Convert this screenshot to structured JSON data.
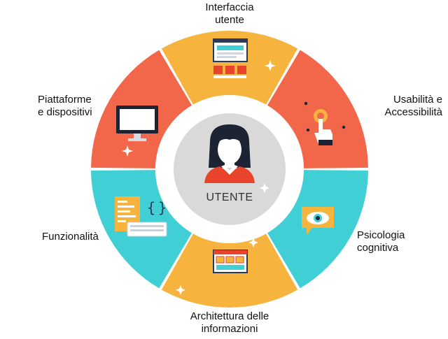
{
  "center": {
    "label": "UTENTE"
  },
  "segments": [
    {
      "key": "interfaccia",
      "lines": [
        "Interfaccia",
        "utente"
      ],
      "color": "#F6B33D",
      "icon": "web-layout-icon"
    },
    {
      "key": "usabilita",
      "lines": [
        "Usabilità e",
        "Accessibilità"
      ],
      "color": "#F2664A",
      "icon": "hand-click-icon"
    },
    {
      "key": "psicologia",
      "lines": [
        "Psicologia",
        "cognitiva"
      ],
      "color": "#3FCFD5",
      "icon": "eye-speech-bubble-icon"
    },
    {
      "key": "architettura",
      "lines": [
        "Architettura delle",
        "informazioni"
      ],
      "color": "#F6B33D",
      "icon": "sitemap-window-icon"
    },
    {
      "key": "funzionalita",
      "lines": [
        "Funzionalità"
      ],
      "color": "#3FCFD5",
      "icon": "code-keyboard-icon"
    },
    {
      "key": "piattaforme",
      "lines": [
        "Piattaforme",
        "e dispositivi"
      ],
      "color": "#F2664A",
      "icon": "monitor-icon"
    }
  ],
  "colors": {
    "ring_inner": "#FFFFFF",
    "hub": "#D9D9D9",
    "hub_text": "#333333",
    "avatar_shirt": "#E8432B",
    "avatar_hair": "#1C2333",
    "avatar_skin": "#FFFFFF"
  }
}
